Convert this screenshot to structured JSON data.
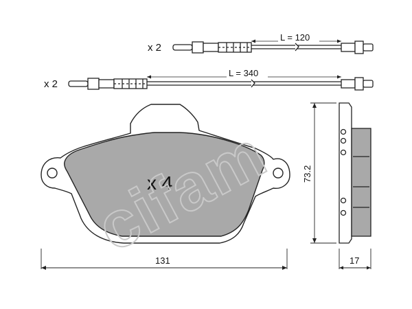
{
  "sensors": {
    "short": {
      "qty": "x 2",
      "length": "L = 120"
    },
    "long": {
      "qty": "x 2",
      "length": "L = 340"
    }
  },
  "pad": {
    "qty": "x 4"
  },
  "dimensions": {
    "width": "131",
    "height": "73.2",
    "thickness": "17"
  },
  "watermark": "cifam",
  "colors": {
    "pad_fill": "#a9a9a9",
    "line": "#222222",
    "watermark": "#c9c9c9"
  }
}
